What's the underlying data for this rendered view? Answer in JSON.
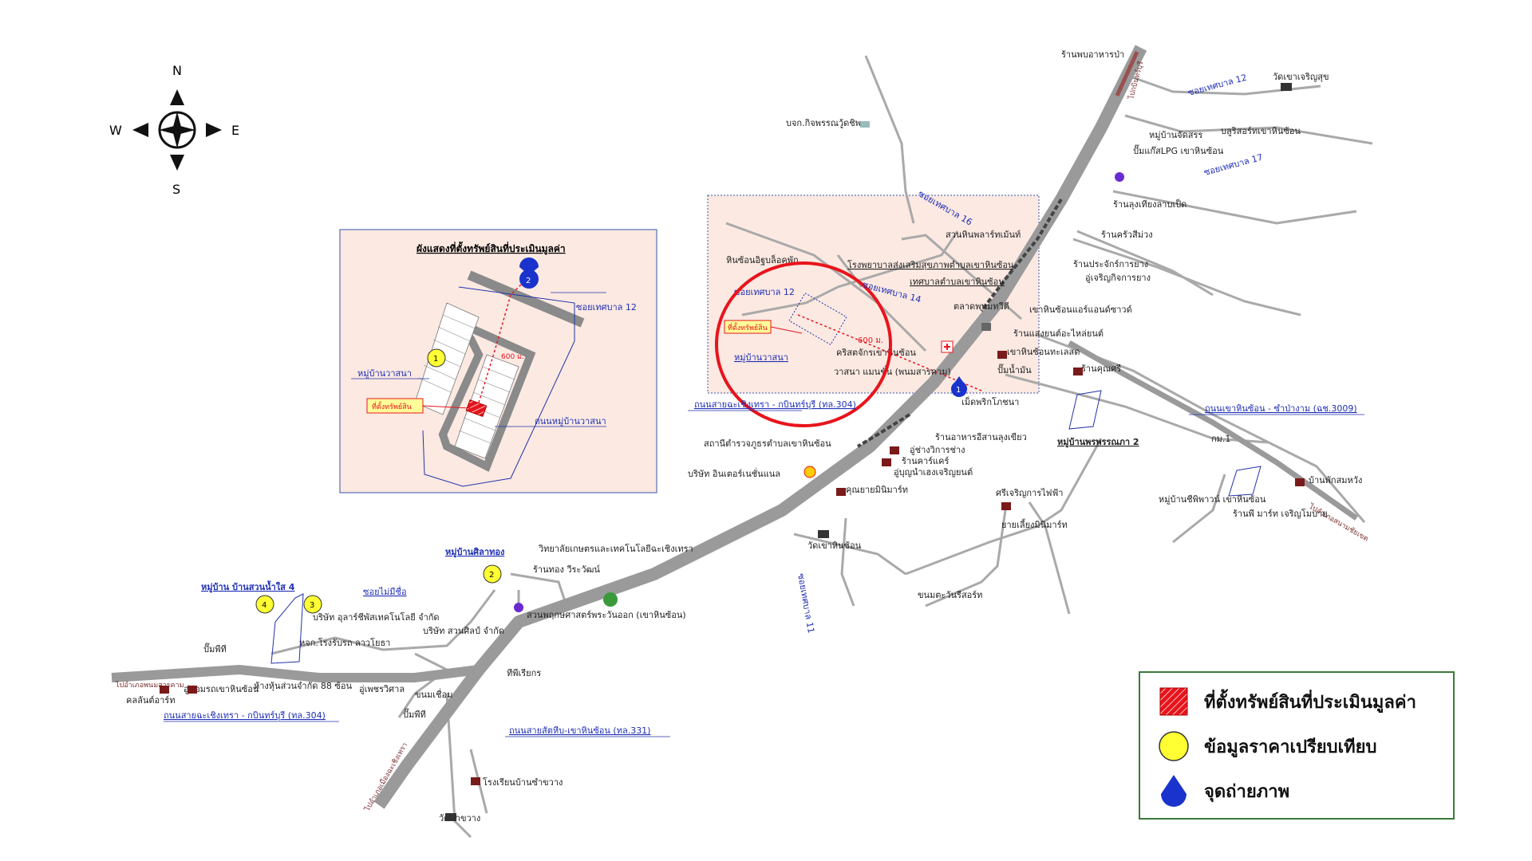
{
  "compass": {
    "n": "N",
    "s": "S",
    "e": "E",
    "w": "W"
  },
  "inset": {
    "title": "ผังแสดงที่ตั้งทรัพย์สินที่ประเมินมูลค่า",
    "soi": "ซอยเทศบาล 12",
    "village": "หมู่บ้านวาสนา",
    "road": "ถนนหมู่บ้านวาสนา",
    "property": "ที่ตั้งทรัพย์สิน",
    "distance": "600 ม.",
    "marker1": "1",
    "marker2": "2"
  },
  "zoom": {
    "property": "ที่ตั้งทรัพย์สิน",
    "village": "หมู่บ้านวาสนา",
    "soi": "ซอยเทศบาล 12",
    "distance": "600 ม.",
    "hospital": "โรงพยาบาลส่งเสริมสุขภาพตำบลเขาหินซ้อน",
    "municipality": "เทศบาลตำบลเขาหินซ้อน",
    "market": "ตลาดพนมทวีตี",
    "church": "คริสตจักรเขาหินซ้อน",
    "resort": "วาสนา แมนชั่น (พนมสารคาม)",
    "stone": "หินซ้อนอิฐบล็อคพัก"
  },
  "roads": {
    "main1": "ถนนสายฉะเชิงเทรา - กบินทร์บุรี (ทล.304)",
    "main2": "ถนนสายฉะเชิงเทรา - กบินทร์บุรี (ทล.304)",
    "r331": "ถนนสายสัตหีบ-เขาหินซ้อน (ทล.331)",
    "r3009": "ถนนเขาหินซ้อน - ซำป่างาม (ฉช.3009)",
    "soi": "ซอยไม่มีชื่อ"
  },
  "places": {
    "p1": "ร้านพบอาหารป่า",
    "p2": "วัดเขาเจริญสุข",
    "p3": "บจก.กิจพรรณวู้ดชิพ",
    "p4": "หมู่บ้านจัดสรร",
    "p5": "บลูริสอร์ทเขาหินซ้อน",
    "p6": "ปั๊มแก๊สLPG เขาหินซ้อน",
    "p7": "ร้านลุงเทียงลาบเป็ด",
    "p8": "ร้านครัวสีม่วง",
    "p9": "สวนหินพลาร์ทเม้นท์",
    "p10": "ร้านประจักร์การยาง",
    "p11": "อู่เจริญกิจการยาง",
    "p12": "เขาหินซ้อนแอร์แอนด์ซาวด์",
    "p13": "ร้านแสงยนต์อะไหล่ยนต์",
    "p14": "เขาหินซ้อนทะเลสด",
    "p15": "ปั๊มน้ำมัน",
    "p16": "ร้านคุณศรี",
    "p17": "เม็ดพริกโภชนา",
    "p18": "หมู่บ้านพรพรรณภา 2",
    "p19": "กม.1",
    "p20": "บ้านพักสมหวัง",
    "p21": "หมู่บ้านชีพิพาวน์ เขาหินซ้อน",
    "p22": "ร้านพี มาร์ท เจริญโมบาย",
    "p23": "สถานีตำรวจภูธรตำบลเขาหินซ้อน",
    "p24": "ร้านอาหารอีสานลุงเขียว",
    "p25": "อู่ช่างวิการช่าง",
    "p26": "ร้านคาร์แคร์",
    "p27": "อู่บุญนำเฮงเจริญยนต์",
    "p28": "บริษัท อินเตอร์เนชั่นแนล",
    "p29": "คุณยายมินิมาร์ท",
    "p30": "ศรีเจริญการไฟฟ้า",
    "p31": "ยายเลี้ยงมินิมาร์ท",
    "p32": "วัดเขาหินซ้อน",
    "p33": "ขนมตะวันรีสอร์ท",
    "p34": "หมู่บ้านศิลาทอง",
    "p35": "วิทยาลัยเกษตรและเทคโนโลยีฉะเชิงเทรา",
    "p36": "ร้านทอง วีระวัฒน์",
    "p37": "สวนพฤกษศาสตร์พระวันออก (เขาหินซ้อน)",
    "p38": "หมู่บ้าน บ้านสวนน้ำใส 4",
    "p39": "บริษัท อุลาร์ชีพัสเทคโนโลยี จำกัด",
    "p40": "บริษัท สวนศิลป์ จำกัด",
    "p41": "หจก.โรงรับรถ ลาวโยธา",
    "p42": "ปั๊มพีที",
    "p43": "อู่ซ่อมรถเขาหินซ้อน",
    "p44": "ห้างหุ้นส่วนจำกัด 88 ซ้อน",
    "p45": "อู่เพชรวิศาล",
    "p46": "คลลันต์อาร์ท",
    "p47": "ทีพีเรียกร",
    "p48": "ขนมเชื่อม",
    "p49": "ปั๊มพีที",
    "p50": "วัดซำขวาง",
    "p51": "โรงเรียนบ้านซำขวาง",
    "p52": "ไปอำเภอพนมสารคาม",
    "p53": "ไปอำเภอเมืองฉะเชิงเทรา",
    "p54": "ไปกบินทร์บุรี",
    "p55": "ไปอำเภอสนามชัยเขต",
    "p56": "ซอยเทศบาล 12",
    "p57": "ซอยเทศบาล 17",
    "p58": "ซอยเทศบาล 16",
    "p59": "ซอยเทศบาล 14",
    "p60": "ซอยเทศบาล 11"
  },
  "markers": {
    "m1": "1",
    "m2": "2",
    "m3": "3",
    "m4": "4",
    "b1": "1"
  },
  "legend": {
    "item1": "ที่ตั้งทรัพย์สินที่ประเมินมูลค่า",
    "item2": "ข้อมูลราคาเปรียบเทียบ",
    "item3": "จุดถ่ายภาพ"
  },
  "colors": {
    "road": "#a9a9a9",
    "highway": "#9a9a9a",
    "inset_bg": "#fbe9e2",
    "highlight": "#e8141c",
    "boundary": "#2233aa",
    "marker_yellow": "#ffff33",
    "marker_blue": "#1a33cc"
  }
}
